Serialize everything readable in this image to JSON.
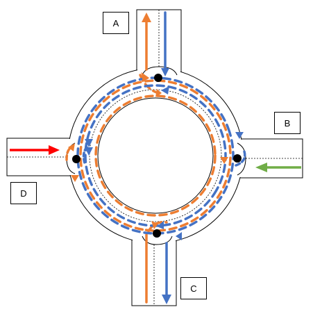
{
  "labels": {
    "a": "A",
    "b": "B",
    "c": "C",
    "d": "D"
  },
  "colors": {
    "outline": "#000000",
    "orange": "#ED7D31",
    "blue": "#4472C4",
    "green": "#70AD47",
    "red": "#FF0000"
  },
  "arrows": {
    "red": "red-arrow-icon",
    "green": "green-arrow-icon"
  }
}
